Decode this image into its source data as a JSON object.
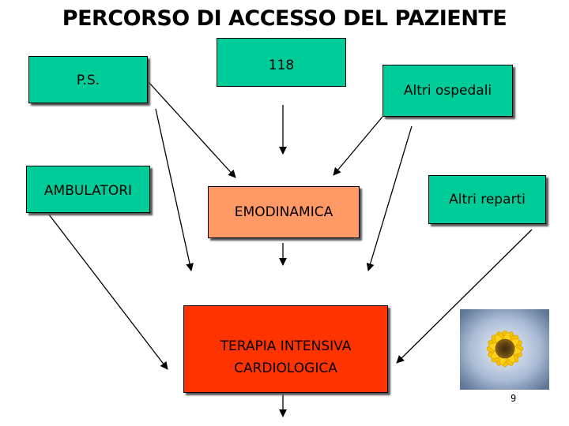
{
  "title": "PERCORSO DI ACCESSO DEL PAZIENTE",
  "nodes": {
    "ps": "P.S.",
    "n118": "118",
    "altri_ospedali": "Altri ospedali",
    "ambulatori": "AMBULATORI",
    "emodinamica": "EMODINAMICA",
    "altri_reparti": "Altri reparti",
    "terapia_line1": "TERAPIA INTENSIVA",
    "terapia_line2": "CARDIOLOGICA"
  },
  "colors": {
    "green": "#00cc99",
    "salmon": "#ff9966",
    "red": "#ff3300"
  },
  "image": "sunflower-photo",
  "page_number": "9"
}
